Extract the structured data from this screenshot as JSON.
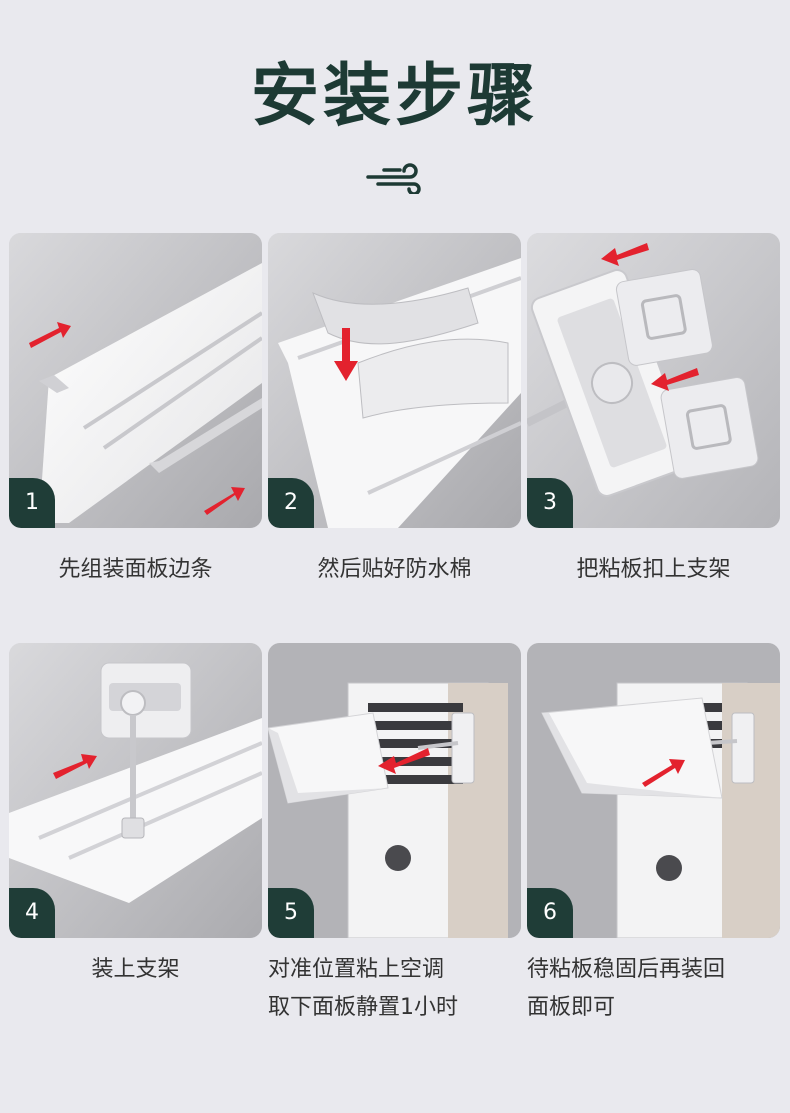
{
  "title": "安装步骤",
  "header_icon": "wind-lines-icon",
  "colors": {
    "title": "#1d3a34",
    "badge": "#1f3d37",
    "arrow": "#e3222e",
    "background": "#e9e9ee"
  },
  "steps": [
    {
      "number": "1",
      "caption_lines": [
        "先组装面板边条"
      ]
    },
    {
      "number": "2",
      "caption_lines": [
        "然后贴好防水棉"
      ]
    },
    {
      "number": "3",
      "caption_lines": [
        "把粘板扣上支架"
      ]
    },
    {
      "number": "4",
      "caption_lines": [
        "装上支架"
      ]
    },
    {
      "number": "5",
      "caption_lines": [
        "对准位置粘上空调",
        "取下面板静置1小时"
      ]
    },
    {
      "number": "6",
      "caption_lines": [
        "待粘板稳固后再装回",
        "面板即可"
      ]
    }
  ]
}
